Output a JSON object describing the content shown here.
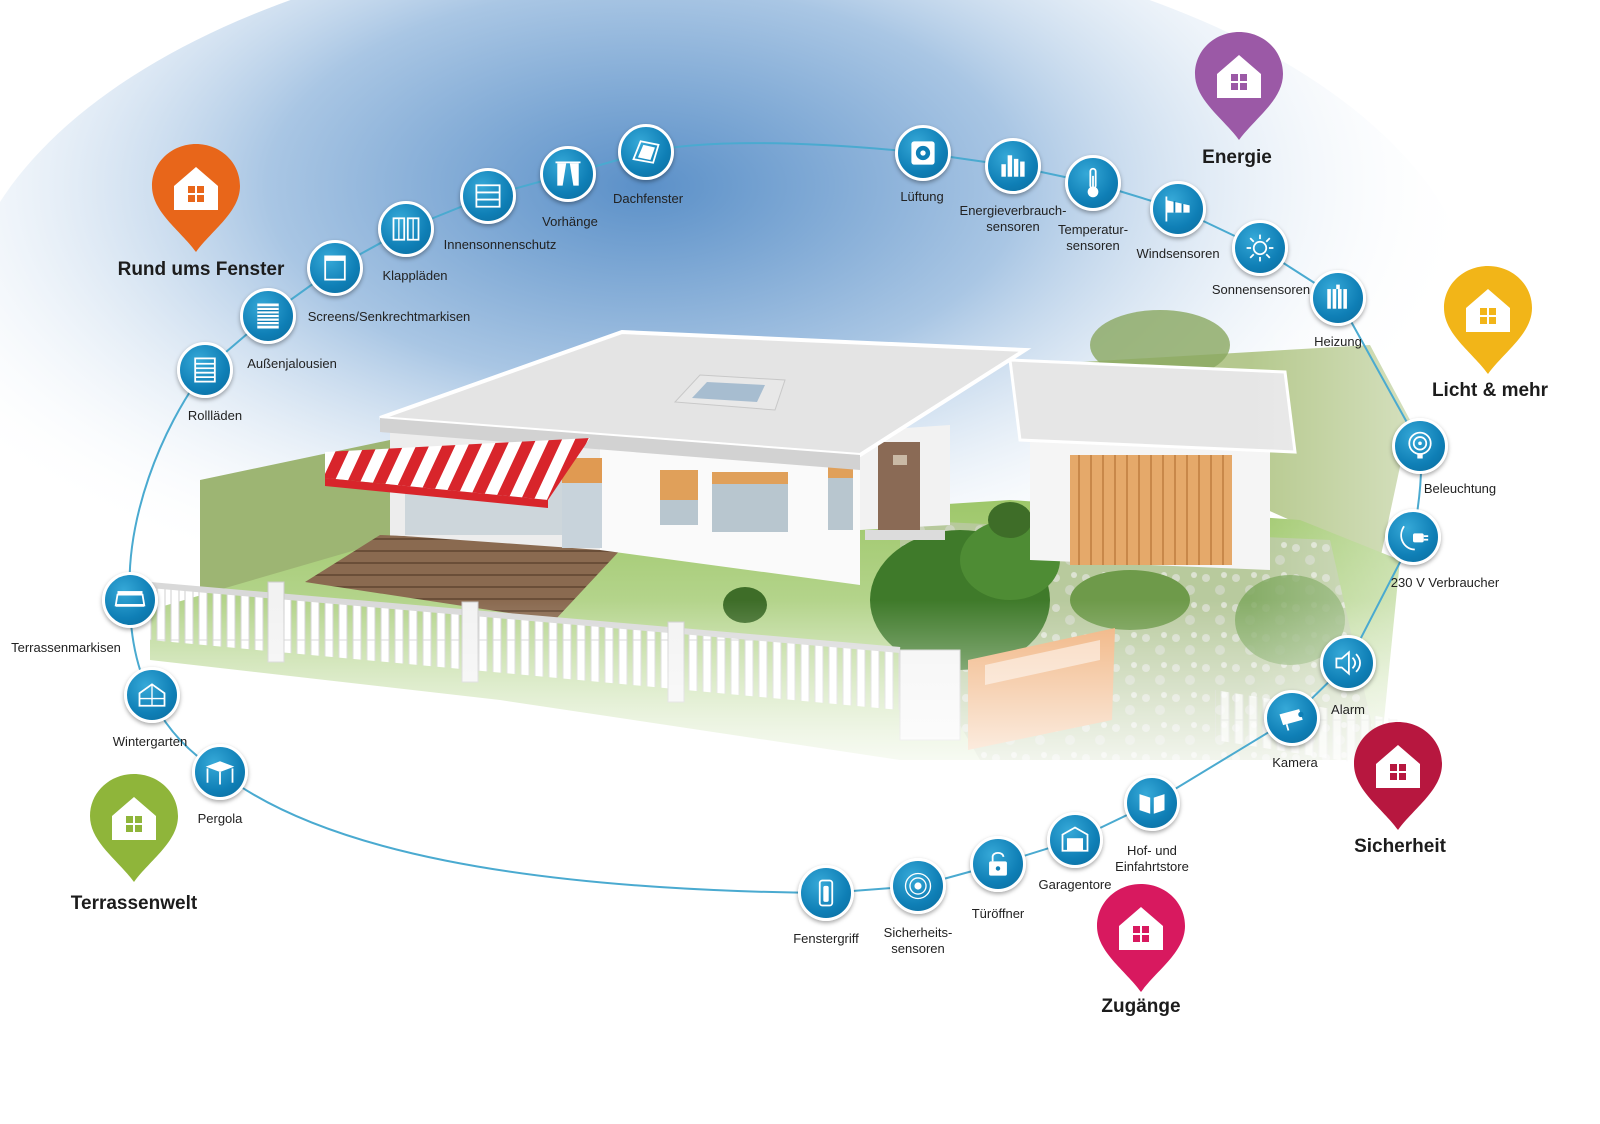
{
  "categories": {
    "fenster": {
      "label": "Rund ums Fenster",
      "color": "#e8661a"
    },
    "energie": {
      "label": "Energie",
      "color": "#9b59a6"
    },
    "licht": {
      "label": "Licht & mehr",
      "color": "#f2b518"
    },
    "sicherheit": {
      "label": "Sicherheit",
      "color": "#b7173f"
    },
    "zugaenge": {
      "label": "Zugänge",
      "color": "#d8195f"
    },
    "terrasse": {
      "label": "Terrassenwelt",
      "color": "#8fb53a"
    }
  },
  "nodes": {
    "rolllaeden": {
      "label": "Rollläden",
      "icon": "roller-shutter-icon"
    },
    "aussenjalousien": {
      "label": "Außenjalousien",
      "icon": "venetian-blind-icon"
    },
    "screens": {
      "label": "Screens/Senkrechtmarkisen",
      "icon": "screen-icon"
    },
    "klapplaeden": {
      "label": "Klappläden",
      "icon": "folding-shutter-icon"
    },
    "innensonnenschutz": {
      "label": "Innensonnenschutz",
      "icon": "indoor-blind-icon"
    },
    "vorhaenge": {
      "label": "Vorhänge",
      "icon": "curtain-icon"
    },
    "dachfenster": {
      "label": "Dachfenster",
      "icon": "roof-window-icon"
    },
    "lueftung": {
      "label": "Lüftung",
      "icon": "ventilation-icon"
    },
    "energieverbrauch": {
      "label1": "Energieverbrauch-",
      "label2": "sensoren",
      "icon": "energy-meter-icon"
    },
    "temperatur": {
      "label1": "Temperatur-",
      "label2": "sensoren",
      "icon": "thermometer-icon"
    },
    "wind": {
      "label": "Windsensoren",
      "icon": "windsock-icon"
    },
    "sonne": {
      "label": "Sonnensensoren",
      "icon": "sun-icon"
    },
    "heizung": {
      "label": "Heizung",
      "icon": "radiator-icon"
    },
    "beleuchtung": {
      "label": "Beleuchtung",
      "icon": "light-bulb-icon"
    },
    "verbraucher": {
      "label": "230 V Verbraucher",
      "icon": "power-plug-icon"
    },
    "alarm": {
      "label": "Alarm",
      "icon": "speaker-icon"
    },
    "kamera": {
      "label": "Kamera",
      "icon": "camera-icon"
    },
    "hoftore": {
      "label1": "Hof- und",
      "label2": "Einfahrtstore",
      "icon": "gate-icon"
    },
    "garagentore": {
      "label": "Garagentore",
      "icon": "garage-door-icon"
    },
    "tueroeffner": {
      "label": "Türöffner",
      "icon": "door-lock-icon"
    },
    "sicherheitssensoren": {
      "label1": "Sicherheits-",
      "label2": "sensoren",
      "icon": "motion-sensor-icon"
    },
    "fenstergriff": {
      "label": "Fenstergriff",
      "icon": "window-handle-icon"
    },
    "terrassenmarkisen": {
      "label": "Terrassenmarkisen",
      "icon": "awning-icon"
    },
    "wintergarten": {
      "label": "Wintergarten",
      "icon": "conservatory-icon"
    },
    "pergola": {
      "label": "Pergola",
      "icon": "pergola-icon"
    }
  }
}
